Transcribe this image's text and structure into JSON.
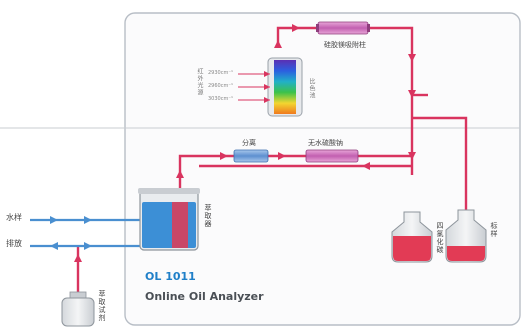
{
  "components": {
    "adsorption_column": "硅胶镁吸附柱",
    "separator": "分离",
    "sodium_sulfate": "无水硫酸钠",
    "extraction_cell": "萃取器",
    "reagent_bottle": "四氯化碳",
    "standard_bottle": "标样",
    "solvent_bottle": "萃取试剂",
    "spectro_cell": "比色池"
  },
  "inlets": {
    "water_sample": "水样",
    "drain": "排放"
  },
  "wavenumbers": [
    "2930cm⁻¹",
    "2960cm⁻¹",
    "3030cm⁻¹"
  ],
  "ir_source": "红外光源",
  "product": {
    "model": "OL 1011",
    "name": "Online Oil Analyzer"
  },
  "colors": {
    "pipe_red": "#d9345f",
    "pipe_blue": "#4a8fd0",
    "liquid_blue": "#3c8fd6",
    "liquid_red": "#e23b55",
    "frame": "#b8bec6"
  }
}
